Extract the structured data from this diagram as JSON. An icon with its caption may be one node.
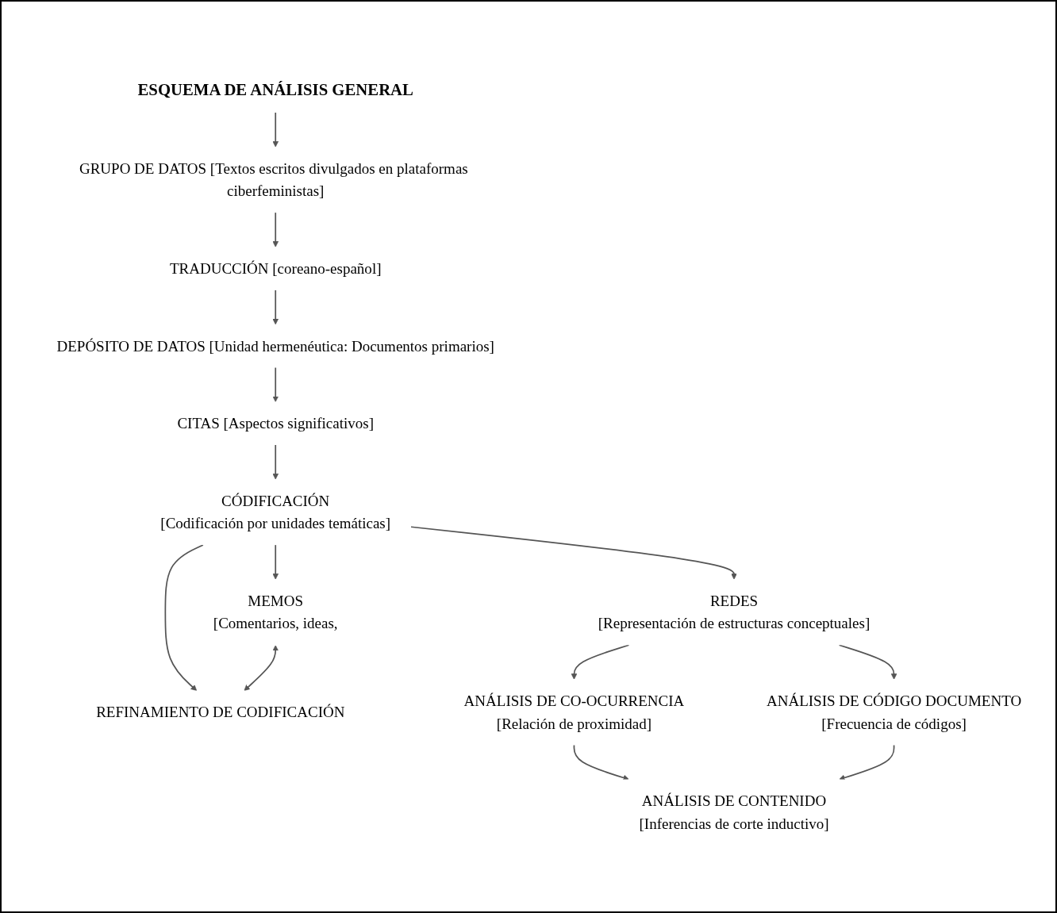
{
  "diagram": {
    "nodes": [
      {
        "text": [
          "ESQUEMA DE ANÁLISIS GENERAL"
        ]
      },
      {
        "text": [
          "GRUPO DE DATOS [Textos escritos divulgados en plataformas ciberfeministas]"
        ]
      },
      {
        "text": [
          "TRADUCCIÓN [coreano-español]"
        ]
      },
      {
        "text": [
          "DEPÓSITO DE DATOS [Unidad hermenéutica: Documentos primarios]"
        ]
      },
      {
        "text": [
          "CITAS [Aspectos significativos]"
        ]
      },
      {
        "text": [
          "CÓDIFICACIÓN",
          "[Codificación por unidades temáticas]"
        ]
      },
      {
        "text": [
          "MEMOS",
          "[Comentarios, ideas,"
        ]
      },
      {
        "text": [
          "REFINAMIENTO DE CODIFICACIÓN"
        ]
      },
      {
        "text": [
          "REDES",
          "[Representación de estructuras conceptuales]"
        ]
      },
      {
        "text": [
          "ANÁLISIS DE CO-OCURRENCIA",
          "[Relación de proximidad]"
        ]
      },
      {
        "text": [
          "ANÁLISIS DE CÓDIGO DOCUMENTO",
          "[Frecuencia de códigos]"
        ]
      },
      {
        "text": [
          "ANÁLISIS DE CONTENIDO",
          "[Inferencias de corte inductivo]"
        ]
      }
    ],
    "edges": [
      {
        "from": 0,
        "to": 1,
        "arrow": "to"
      },
      {
        "from": 1,
        "to": 2,
        "arrow": "to"
      },
      {
        "from": 2,
        "to": 3,
        "arrow": "to"
      },
      {
        "from": 3,
        "to": 4,
        "arrow": "to"
      },
      {
        "from": 4,
        "to": 5,
        "arrow": "to"
      },
      {
        "from": 5,
        "to": 6,
        "arrow": "to"
      },
      {
        "from": 5,
        "to": 7,
        "arrow": "to"
      },
      {
        "from": 6,
        "to": 7,
        "arrow": "both"
      },
      {
        "from": 5,
        "to": 8,
        "arrow": "to"
      },
      {
        "from": 8,
        "to": 9,
        "arrow": "to"
      },
      {
        "from": 8,
        "to": 10,
        "arrow": "to"
      },
      {
        "from": 9,
        "to": 11,
        "arrow": "to"
      },
      {
        "from": 10,
        "to": 11,
        "arrow": "to"
      }
    ]
  }
}
